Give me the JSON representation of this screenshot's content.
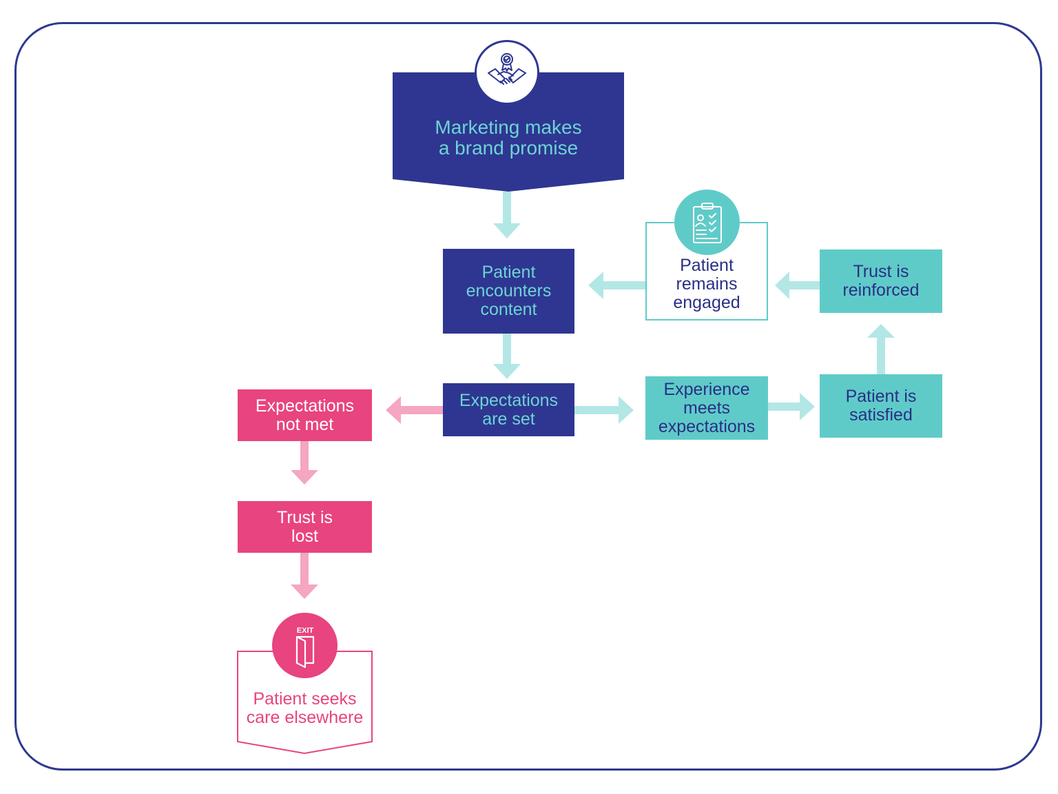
{
  "diagram": {
    "nodes": {
      "brand_promise": "Marketing makes\na brand promise",
      "encounters": "Patient\nencounters\ncontent",
      "expectations_set": "Expectations\nare set",
      "not_met": "Expectations\nnot met",
      "trust_lost": "Trust is\nlost",
      "seeks_elsewhere": "Patient seeks\ncare elsewhere",
      "meets": "Experience\nmeets\nexpectations",
      "satisfied": "Patient is\nsatisfied",
      "reinforced": "Trust is\nreinforced",
      "engaged": "Patient\nremains\nengaged"
    },
    "exit_sign": "EXIT",
    "icons": {
      "brand_promise": "handshake-award-icon",
      "engaged": "clipboard-checklist-icon",
      "seeks_elsewhere": "exit-door-icon"
    },
    "colors": {
      "navy": "#2e3691",
      "teal": "#5fcbc8",
      "light_teal_arrow": "#b3e7e6",
      "pink": "#e8447f",
      "light_pink_arrow": "#f4a6c2"
    }
  }
}
